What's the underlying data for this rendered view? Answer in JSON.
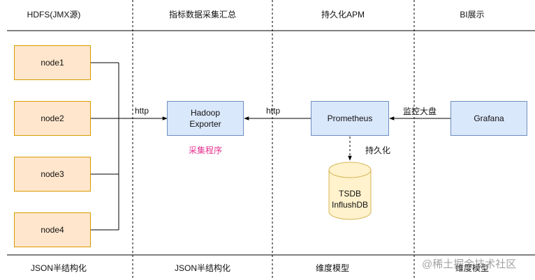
{
  "columns": {
    "headers": [
      "HDFS(JMX源)",
      "指标数据采集汇总",
      "持久化APM",
      "BI展示"
    ],
    "footers": [
      "JSON半结构化",
      "JSON半结构化",
      "维度模型",
      "维度模型"
    ]
  },
  "nodes": [
    "node1",
    "node2",
    "node3",
    "node4"
  ],
  "exporter": {
    "line1": "Hadoop",
    "line2": "Exporter",
    "caption": "采集程序"
  },
  "prometheus": {
    "label": "Prometheus"
  },
  "grafana": {
    "label": "Grafana"
  },
  "storage": {
    "line1": "TSDB",
    "line2": "InflushDB"
  },
  "edges": {
    "nodes_to_exporter": "http",
    "prometheus_to_exporter": "http",
    "grafana_to_prometheus": "监控大盘",
    "prometheus_to_storage": "持久化"
  },
  "watermark": "@稀土掘金技术社区",
  "colors": {
    "node_fill": "#ffe6cc",
    "node_border": "#d79b00",
    "blue_fill": "#dae8fc",
    "blue_border": "#6c8ebf",
    "storage_fill": "#fff2cc",
    "storage_border": "#d6b656",
    "caption": "#e6338f"
  }
}
